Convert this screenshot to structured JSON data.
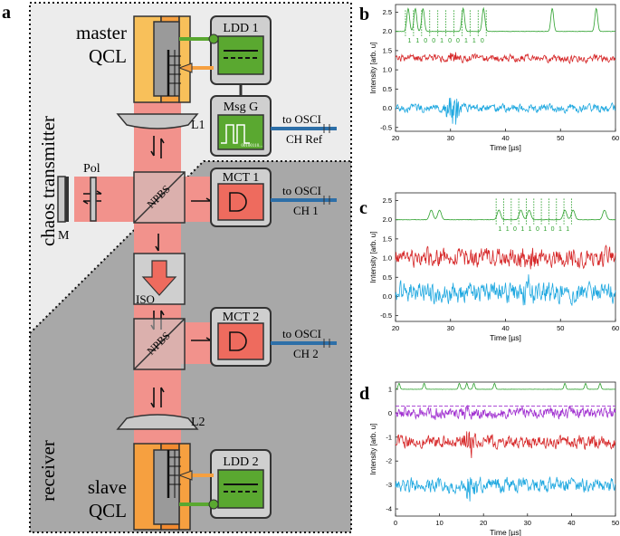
{
  "panel_labels": {
    "a": "a",
    "b": "b",
    "c": "c",
    "d": "d"
  },
  "diagram": {
    "chaos_transmitter_label": "chaos transmitter",
    "receiver_label": "receiver",
    "master_qcl_line1": "master",
    "master_qcl_line2": "QCL",
    "slave_qcl_line1": "slave",
    "slave_qcl_line2": "QCL",
    "ldd1": "LDD 1",
    "ldd2": "LDD 2",
    "msg_gen": "Msg G",
    "msg_bits": "00100110...",
    "mct1": "MCT 1",
    "mct2": "MCT 2",
    "lens1": "L1",
    "lens2": "L2",
    "npbs": "NPBS",
    "iso": "ISO",
    "pol": "Pol",
    "mirror": "M",
    "osci_ref_line1": "to OSCI",
    "osci_ref_line2": "CH Ref",
    "osci_ch1_line1": "to OSCI",
    "osci_ch1_line2": "CH 1",
    "osci_ch2_line1": "to OSCI",
    "osci_ch2_line2": "CH 2"
  },
  "colors": {
    "beam": "#f2928c",
    "green_box": "#5aa830",
    "mct_red": "#ee6b5e",
    "qcl_orange": "#f6a040",
    "transmitter_bg": "#ececec",
    "receiver_bg": "#a8a8a8",
    "trace_green": "#2ca02c",
    "trace_red": "#d62728",
    "trace_blue": "#1fa8e0",
    "trace_purple": "#a030d0"
  },
  "chart_data": [
    {
      "panel": "b",
      "type": "line",
      "xlabel": "Time [µs]",
      "ylabel": "Intensity [arb. u]",
      "xlim": [
        20,
        60
      ],
      "ylim": [
        -0.6,
        2.7
      ],
      "xticks": [
        20,
        30,
        40,
        50,
        60
      ],
      "yticks": [
        -0.5,
        0.0,
        0.5,
        1.0,
        1.5,
        2.0,
        2.5
      ],
      "ytick_labels": [
        "-0.5",
        "0.0",
        "0.5",
        "1.0",
        "1.5",
        "2.0",
        "2.5"
      ],
      "bits": [
        "1",
        "1",
        "0",
        "0",
        "1",
        "0",
        "0",
        "1",
        "1",
        "0"
      ],
      "bit_window": [
        21.8,
        36.5
      ],
      "series": [
        {
          "color": "#2ca02c",
          "baseline": 2.0,
          "peaks": [
            22.3,
            23.6,
            25.0,
            32.3,
            36.0,
            48.5,
            56.5
          ],
          "peak_height": 0.6,
          "peak_width": 0.35
        },
        {
          "color": "#d62728",
          "baseline": 1.3,
          "noise": 0.08,
          "burst_center": 30.5,
          "burst_amp": 0.15
        },
        {
          "color": "#1fa8e0",
          "baseline": 0.0,
          "noise": 0.09,
          "burst_center": 30.5,
          "burst_amp": 0.5
        }
      ]
    },
    {
      "panel": "c",
      "type": "line",
      "xlabel": "Time [µs]",
      "ylabel": "Intensity [arb. u]",
      "xlim": [
        20,
        60
      ],
      "ylim": [
        -0.65,
        2.7
      ],
      "xticks": [
        20,
        30,
        40,
        50,
        60
      ],
      "yticks": [
        -0.5,
        0.0,
        0.5,
        1.0,
        1.5,
        2.0,
        2.5
      ],
      "ytick_labels": [
        "-0.5",
        "0.0",
        "0.5",
        "1.0",
        "1.5",
        "2.0",
        "2.5"
      ],
      "bits": [
        "1",
        "1",
        "0",
        "1",
        "1",
        "0",
        "1",
        "0",
        "1",
        "1"
      ],
      "bit_window": [
        38.3,
        52.0
      ],
      "series": [
        {
          "color": "#2ca02c",
          "baseline": 2.0,
          "peaks": [
            26.5,
            28.0,
            38.8,
            42.8,
            44.3,
            50.8,
            52.3,
            58.0
          ],
          "peak_height": 0.25,
          "peak_width": 0.45
        },
        {
          "color": "#d62728",
          "baseline": 1.0,
          "noise": 0.2,
          "burst_center": 44.0,
          "burst_amp": 0.25
        },
        {
          "color": "#1fa8e0",
          "baseline": 0.1,
          "noise": 0.22,
          "burst_center": 44.0,
          "burst_amp": 0.3
        }
      ]
    },
    {
      "panel": "d",
      "type": "line",
      "xlabel": "Time [µs]",
      "ylabel": "Intensity [arb. u]",
      "xlim": [
        0,
        50
      ],
      "ylim": [
        -4.3,
        1.3
      ],
      "xticks": [
        0,
        10,
        20,
        30,
        40,
        50
      ],
      "yticks": [
        -4,
        -3,
        -2,
        -1,
        0,
        1
      ],
      "ytick_labels": [
        "-4",
        "-3",
        "-2",
        "-1",
        "0",
        "1"
      ],
      "bits": [],
      "series": [
        {
          "color": "#2ca02c",
          "baseline": 1.0,
          "peaks": [
            0.8,
            6.5,
            14.5,
            16.2,
            17.8,
            22.5,
            38.5,
            43.2,
            46.5
          ],
          "peak_height": 0.25,
          "peak_width": 0.3
        },
        {
          "color": "#a030d0",
          "baseline": 0.0,
          "noise": 0.2,
          "burst_center": 17.0,
          "burst_amp": 0.3,
          "dashed_level": 0.3
        },
        {
          "color": "#d62728",
          "baseline": -1.2,
          "noise": 0.22,
          "burst_center": 17.0,
          "burst_amp": 0.6
        },
        {
          "color": "#1fa8e0",
          "baseline": -3.0,
          "noise": 0.25,
          "burst_center": 17.0,
          "burst_amp": 0.5
        }
      ]
    }
  ]
}
